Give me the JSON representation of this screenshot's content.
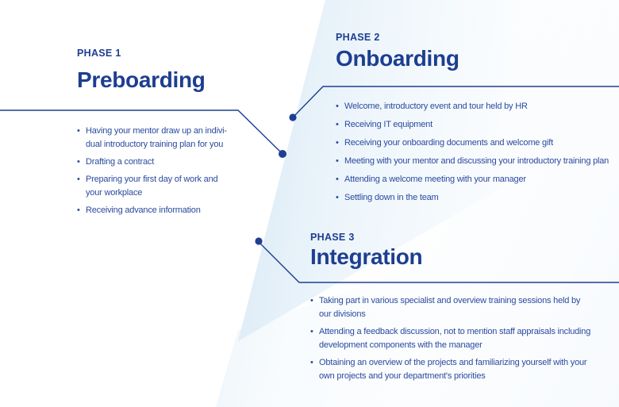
{
  "colors": {
    "heading_navy": "#1d3e91",
    "body_blue": "#2a4a9e",
    "connector_navy": "#1e3e92",
    "wedge_light_blue": "#dcebf6",
    "background": "#ffffff"
  },
  "glyphs": {
    "bullet": "•"
  },
  "phases": [
    {
      "label": "PHASE 1",
      "title": "Preboarding",
      "bullets": [
        "Having your mentor draw up an indivi-\ndual introductory training plan for you",
        "Drafting a contract",
        "Preparing your first day of work and\nyour workplace",
        "Receiving advance information"
      ]
    },
    {
      "label": "PHASE 2",
      "title": "Onboarding",
      "bullets": [
        "Welcome, introductory event and tour held by HR",
        "Receiving IT equipment",
        "Receiving your onboarding documents and welcome gift",
        "Meeting with your mentor and discussing your introductory training plan",
        "Attending a welcome meeting with your manager",
        "Settling down in the team"
      ]
    },
    {
      "label": "PHASE 3",
      "title": "Integration",
      "bullets": [
        "Taking part in various specialist and overview training sessions held by\nour divisions",
        "Attending a feedback discussion, not to mention staff appraisals including\ndevelopment components with the manager",
        "Obtaining an overview of the projects and familiarizing yourself with your\nown projects and your department's priorities"
      ]
    }
  ]
}
